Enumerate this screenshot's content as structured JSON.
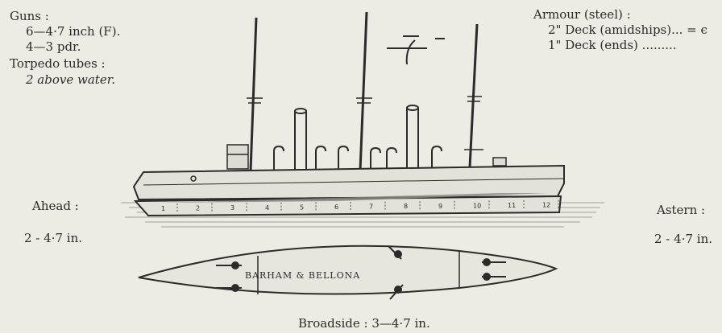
{
  "armament": {
    "guns_label": "Guns :",
    "guns_main": "6—4·7 inch (F).",
    "guns_secondary": "4—3 pdr.",
    "torpedo_label": "Torpedo tubes :",
    "torpedo_value": "2 above water."
  },
  "armour": {
    "label": "Armour (steel) :",
    "deck_amidships": "2\" Deck (amidships)... = ϵ",
    "deck_ends": "1\" Deck (ends) ........."
  },
  "fire": {
    "ahead_label": "Ahead :",
    "ahead_value": "2 - 4·7 in.",
    "astern_label": "Astern :",
    "astern_value": "2 - 4·7 in.",
    "broadside": "Broadside : 3—4·7 in."
  },
  "ship": {
    "deck_plan_label": "BARHAM & BELLONA",
    "section_numbers": [
      "1",
      "2",
      "3",
      "4",
      "5",
      "6",
      "7",
      "8",
      "9",
      "10",
      "11",
      "12"
    ]
  },
  "colors": {
    "paper": "#ecebe4",
    "ink": "#2b2b2b",
    "hull_light": "#e2e1da"
  }
}
